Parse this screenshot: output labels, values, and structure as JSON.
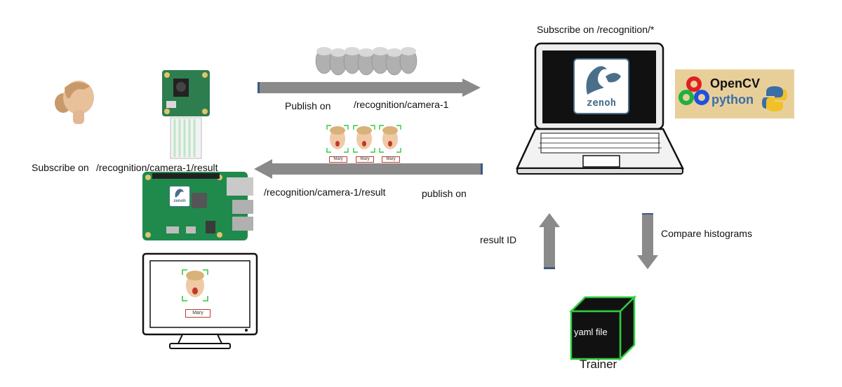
{
  "top_left": {
    "publish_on": "Publish on",
    "publish_topic": "/recognition/camera-1",
    "subscribe_on": "Subscribe on",
    "subscribe_topic": "/recognition/camera-1/result",
    "result_topic": "/recognition/camera-1/result",
    "publish_on_2": "publish on"
  },
  "laptop": {
    "subscribe_label": "Subscribe on /recognition/*",
    "logo_text": "zenoh"
  },
  "raspberry": {
    "logo_text": "zenoh"
  },
  "opencv": {
    "line1": "OpenCV",
    "line2": "python"
  },
  "trainer": {
    "result_id": "result  ID",
    "compare": "Compare histograms",
    "cube_label": "yaml file",
    "title": "Trainer"
  },
  "face_labels": {
    "name": "Mary"
  },
  "colors": {
    "arrow_gray": "#8a8a8a",
    "cube_green": "#2ecc40",
    "pcb_green": "#1f8a4c",
    "laptop_screen": "#111111",
    "logo_blue": "#4a6f8a",
    "opencv_bg": "#e8cf9a"
  }
}
